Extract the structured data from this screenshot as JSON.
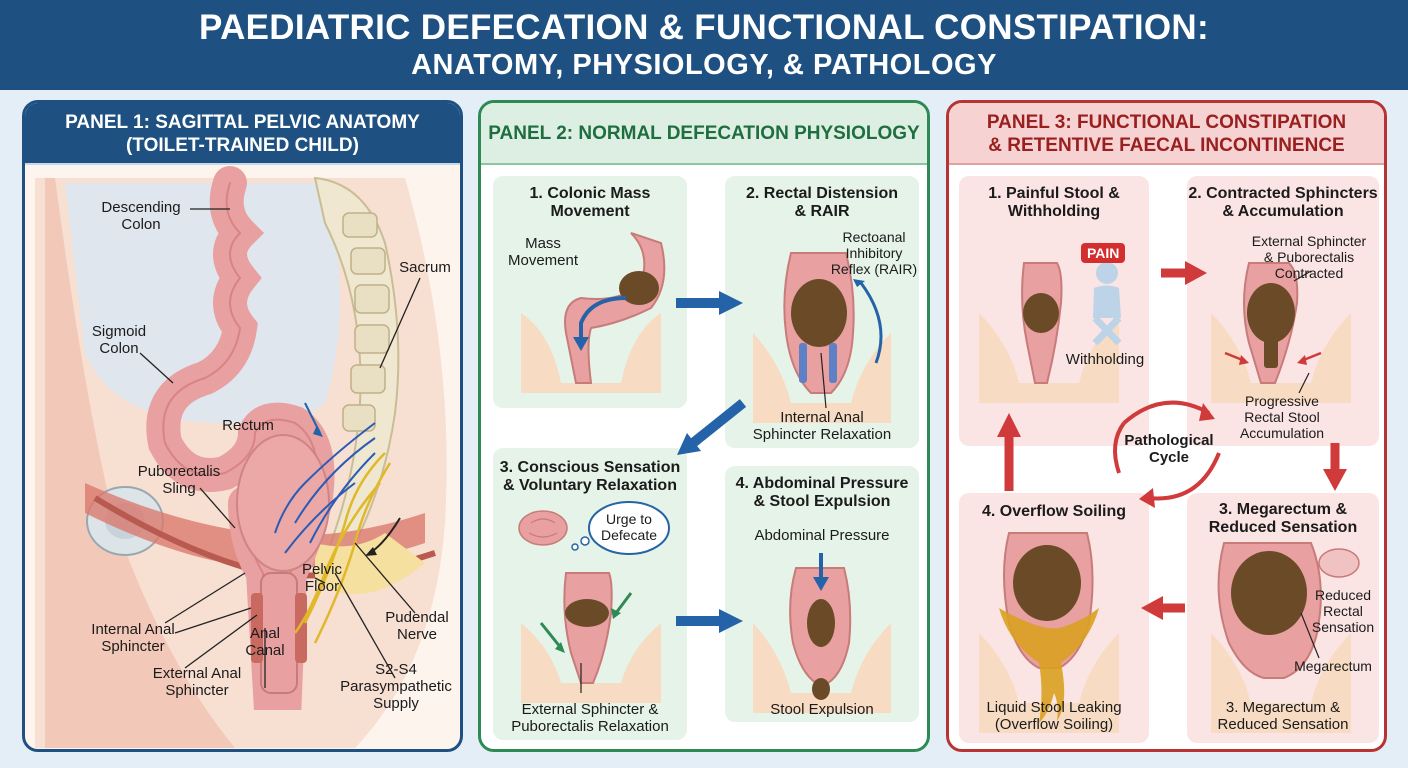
{
  "header": {
    "title": "PAEDIATRIC DEFECATION & FUNCTIONAL CONSTIPATION:",
    "subtitle": "ANATOMY, PHYSIOLOGY, & PATHOLOGY"
  },
  "panel1": {
    "title_line1": "PANEL 1: SAGITTAL PELVIC ANATOMY",
    "title_line2": "(TOILET-TRAINED CHILD)",
    "labels": {
      "descending_colon": "Descending\nColon",
      "sacrum": "Sacrum",
      "sigmoid_colon": "Sigmoid\nColon",
      "rectum": "Rectum",
      "puborectalis_sling": "Puborectalis\nSling",
      "internal_anal_sphincter": "Internal Anal\nSphincter",
      "anal_canal": "Anal\nCanal",
      "external_anal_sphincter": "External Anal\nSphincter",
      "pelvic_floor": "Pelvic\nFloor",
      "pudendal_nerve": "Pudendal\nNerve",
      "parasympathetic": "S2-S4\nParasympathetic\nSupply"
    }
  },
  "panel2": {
    "title": "PANEL 2: NORMAL DEFECATION PHYSIOLOGY",
    "step1": {
      "title": "1. Colonic Mass\nMovement",
      "label": "Mass\nMovement"
    },
    "step2": {
      "title": "2. Rectal Distension\n& RAIR",
      "label_rair": "Rectoanal\nInhibitory\nReflex (RAIR)",
      "label_bottom": "Internal Anal\nSphincter Relaxation"
    },
    "step3": {
      "title": "3. Conscious Sensation\n& Voluntary Relaxation",
      "thought": "Urge to\nDefecate",
      "label_bottom": "External Sphincter &\nPuborectalis Relaxation"
    },
    "step4": {
      "title": "4. Abdominal Pressure\n& Stool Expulsion",
      "label_top": "Abdominal Pressure",
      "label_bottom": "Stool Expulsion"
    }
  },
  "panel3": {
    "title_line1": "PANEL 3: FUNCTIONAL CONSTIPATION",
    "title_line2": "& RETENTIVE FAECAL INCONTINENCE",
    "step1": {
      "title": "1. Painful Stool &\nWithholding",
      "badge": "PAIN",
      "label": "Withholding"
    },
    "step2": {
      "title": "2. Contracted Sphincters\n& Accumulation",
      "label_top": "External Sphincter\n& Puborectalis\nContracted",
      "label_bottom": "Progressive\nRectal Stool\nAccumulation"
    },
    "cycle": "Pathological\nCycle",
    "step3": {
      "title": "3. Megarectum &\nReduced Sensation",
      "label_sensation": "Reduced\nRectal\nSensation",
      "label_mega": "Megarectum",
      "label_bottom": "3. Megarectum &\nReduced Sensation"
    },
    "step4": {
      "title": "4. Overflow Soiling",
      "label_bottom": "Liquid Stool Leaking\n(Overflow Soiling)"
    }
  },
  "colors": {
    "navy": "#1e5181",
    "green": "#2e8a55",
    "red": "#b83434",
    "tissue": "#e8a0a0",
    "stool": "#6b4a28",
    "arrow_blue": "#2563a8",
    "arrow_red": "#d03a3a"
  }
}
